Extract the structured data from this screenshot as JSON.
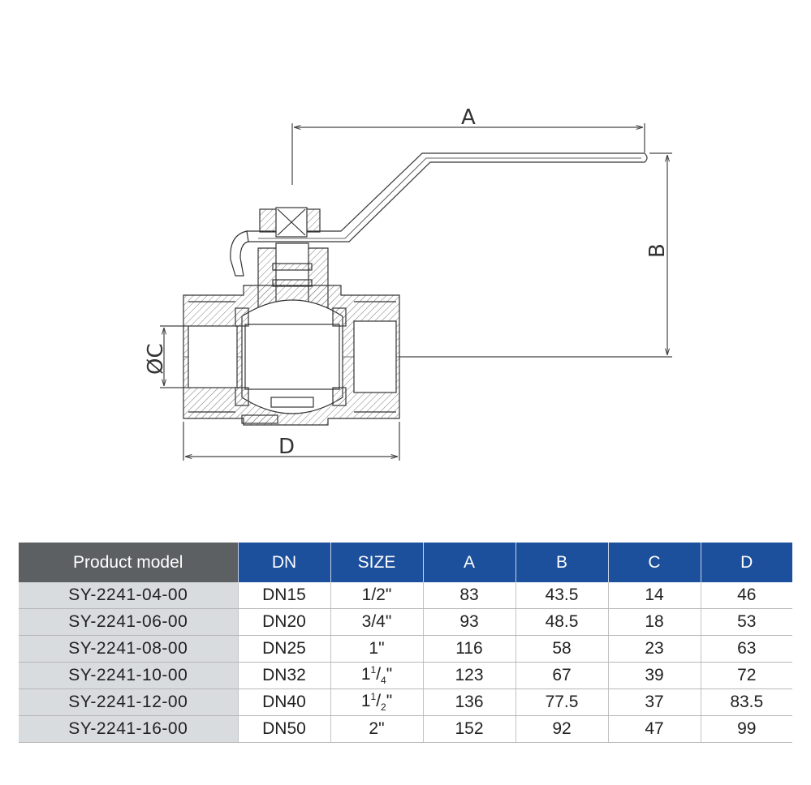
{
  "dimensions": {
    "a": "A",
    "b": "B",
    "c": "ØC",
    "d": "D"
  },
  "table": {
    "headers": [
      "Product model",
      "DN",
      "SIZE",
      "A",
      "B",
      "C",
      "D"
    ],
    "rows": [
      {
        "model": "SY-2241-04-00",
        "dn": "DN15",
        "size": "1/2\"",
        "a": "83",
        "b": "43.5",
        "c": "14",
        "d": "46"
      },
      {
        "model": "SY-2241-06-00",
        "dn": "DN20",
        "size": "3/4\"",
        "a": "93",
        "b": "48.5",
        "c": "18",
        "d": "53"
      },
      {
        "model": "SY-2241-08-00",
        "dn": "DN25",
        "size": "1\"",
        "a": "116",
        "b": "58",
        "c": "23",
        "d": "63"
      },
      {
        "model": "SY-2241-10-00",
        "dn": "DN32",
        "size_whole": "1",
        "size_num": "1",
        "size_den": "4",
        "size_mark": "\"",
        "a": "123",
        "b": "67",
        "c": "39",
        "d": "72"
      },
      {
        "model": "SY-2241-12-00",
        "dn": "DN40",
        "size_whole": "1",
        "size_num": "1",
        "size_den": "2",
        "size_mark": "\"",
        "a": "136",
        "b": "77.5",
        "c": "37",
        "d": "83.5"
      },
      {
        "model": "SY-2241-16-00",
        "dn": "DN50",
        "size": "2\"",
        "a": "152",
        "b": "92",
        "c": "47",
        "d": "99"
      }
    ]
  }
}
